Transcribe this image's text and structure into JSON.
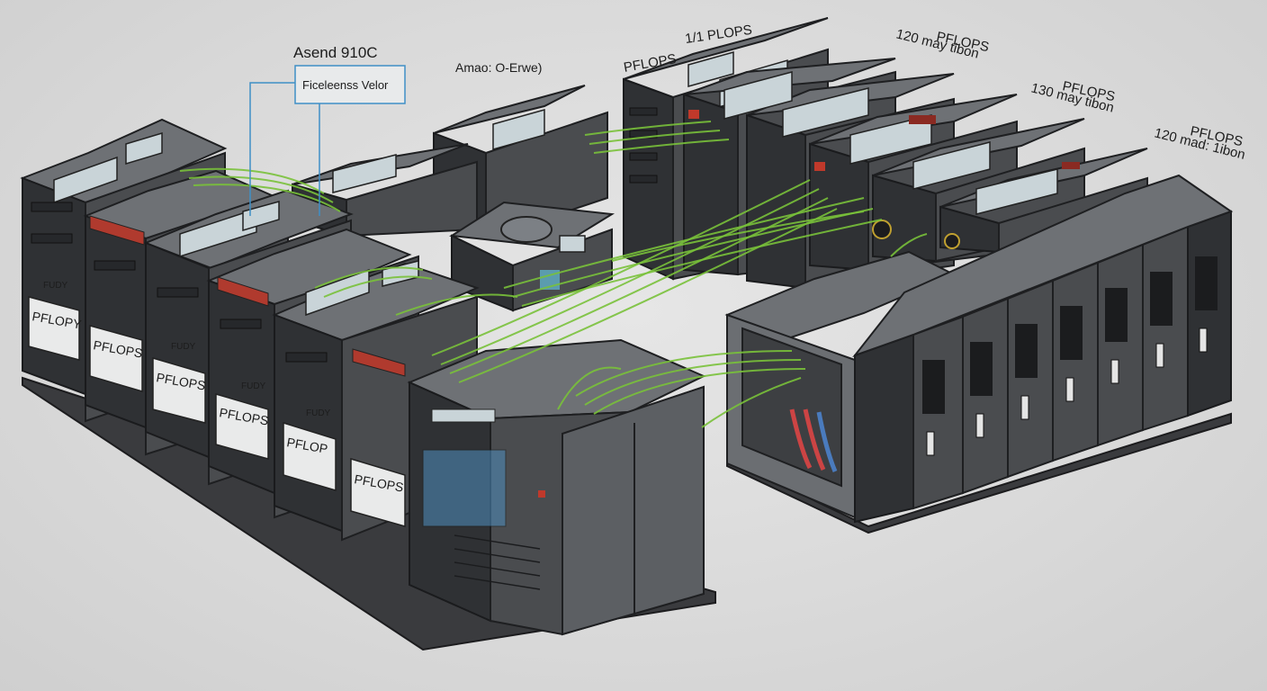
{
  "labels": {
    "title": "Asend 910C",
    "callout": "Ficeleenss Velor",
    "module": "Amao: O-Erwe)",
    "top_pflops": "PFLOPS",
    "top_rate": "1/1 PLOPS",
    "r1_line1": "PFLOPS",
    "r1_line2": "120 may tibon",
    "r2_line1": "PFLOPS",
    "r2_line2": "130 may tibon",
    "r3_line1": "PFLOPS",
    "r3_line2": "120 mad: 1ibon"
  },
  "tags": {
    "t1": "PFLOPY",
    "t2": "PFLOPS",
    "t3": "PFLOPS",
    "t4": "PFLOPS",
    "t5": "PFLOP",
    "t6": "PFLOPS"
  },
  "badges": {
    "b1": "FUDY",
    "b2": "FUDY",
    "b3": "FUDY",
    "b4": "FUDY"
  },
  "colors": {
    "cable": "#79c13a",
    "rack_front": "#4a4c4f",
    "rack_side": "#2f3134",
    "rack_top": "#6e7175",
    "callout_line": "#3f8fc6",
    "accent_red": "#c0392b"
  }
}
